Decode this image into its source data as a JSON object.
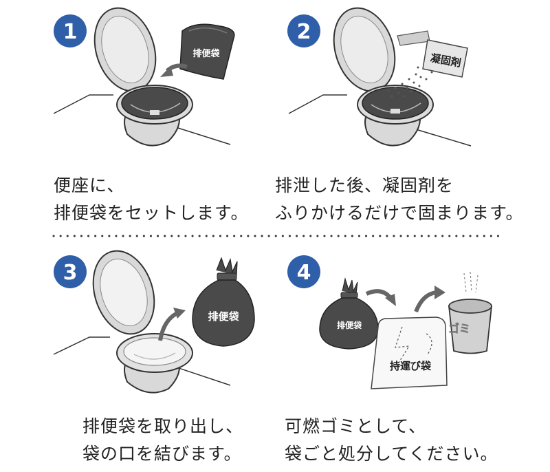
{
  "steps": [
    {
      "number": "1",
      "lines": [
        "便座に、",
        "排便袋をセットします。"
      ],
      "bag_label": "排便袋"
    },
    {
      "number": "2",
      "lines": [
        "排泄した後、凝固剤を",
        "ふりかけるだけで固まります。"
      ],
      "packet_label": "凝固剤"
    },
    {
      "number": "3",
      "lines": [
        "排便袋を取り出し、",
        "袋の口を結びます。"
      ],
      "bag_label": "排便袋"
    },
    {
      "number": "4",
      "lines": [
        "可燃ゴミとして、",
        "袋ごと処分してください。"
      ],
      "bag_label": "排便袋",
      "carry_bag_label": "持運び袋",
      "bin_label": "ゴミ"
    }
  ],
  "colors": {
    "badge": "#2f5fa8",
    "dark": "#4a4a4a",
    "outline": "#333333"
  }
}
